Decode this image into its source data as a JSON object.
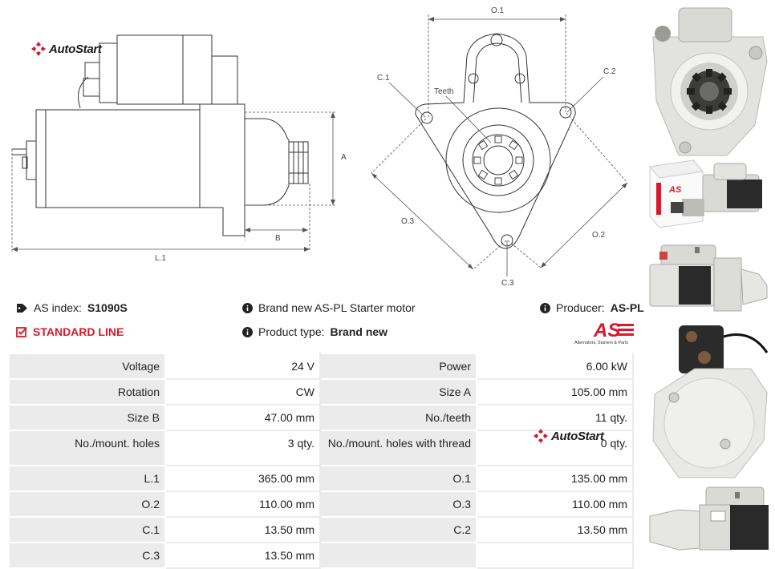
{
  "brand": {
    "name": "AutoStart"
  },
  "dimension_labels": {
    "a": "A",
    "b": "B",
    "l1": "L.1",
    "o1": "O.1",
    "o2": "O.2",
    "o3": "O.3",
    "c1": "C.1",
    "c2": "C.2",
    "c3": "C.3",
    "teeth": "Teeth"
  },
  "info": {
    "as_index_label": "AS index:",
    "as_index_value": "S1090S",
    "standard_line": "STANDARD LINE",
    "description": "Brand new AS-PL Starter motor",
    "product_type_label": "Product type:",
    "product_type_value": "Brand new",
    "producer_label": "Producer:",
    "producer_value": "AS-PL"
  },
  "as_logo": {
    "mark": "AS",
    "tagline": "Alternators, Starters & Parts"
  },
  "specs": [
    [
      {
        "label": "Voltage",
        "value": "24 V"
      },
      {
        "label": "Power",
        "value": "6.00 kW"
      }
    ],
    [
      {
        "label": "Rotation",
        "value": "CW"
      },
      {
        "label": "Size A",
        "value": "105.00 mm"
      }
    ],
    [
      {
        "label": "Size B",
        "value": "47.00 mm"
      },
      {
        "label": "No./teeth",
        "value": "11 qty."
      }
    ],
    [
      {
        "label": "No./mount. holes",
        "value": "3 qty."
      },
      {
        "label": "No./mount. holes with thread",
        "value": "0 qty."
      }
    ],
    [
      {
        "label": "L.1",
        "value": "365.00 mm"
      },
      {
        "label": "O.1",
        "value": "135.00 mm"
      }
    ],
    [
      {
        "label": "O.2",
        "value": "110.00 mm"
      },
      {
        "label": "O.3",
        "value": "110.00 mm"
      }
    ],
    [
      {
        "label": "C.1",
        "value": "13.50 mm"
      },
      {
        "label": "C.2",
        "value": "13.50 mm"
      }
    ],
    [
      {
        "label": "C.3",
        "value": "13.50 mm"
      },
      {
        "label": "",
        "value": ""
      }
    ]
  ],
  "colors": {
    "accent": "#d7192b",
    "table_label_bg": "#ebebeb",
    "line": "#333333"
  }
}
